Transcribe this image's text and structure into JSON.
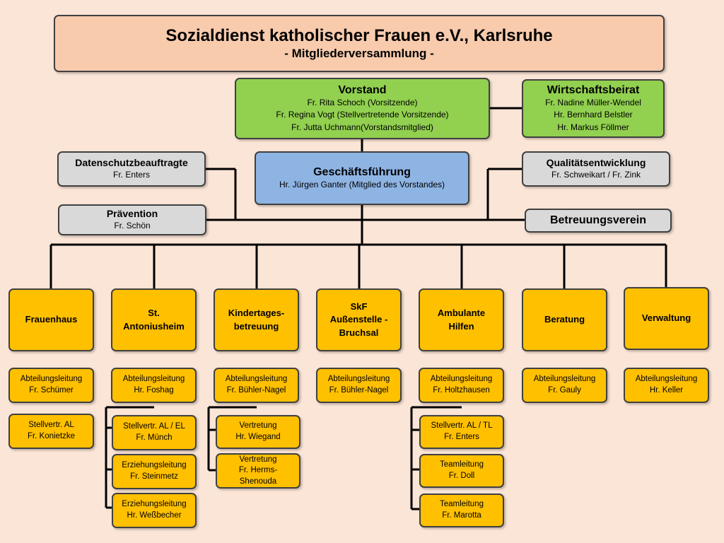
{
  "header": {
    "title": "Sozialdienst katholischer Frauen e.V., Karlsruhe",
    "subtitle": "- Mitgliederversammlung -"
  },
  "vorstand": {
    "title": "Vorstand",
    "members": [
      "Fr. Rita Schoch (Vorsitzende)",
      "Fr. Regina Vogt (Stellvertretende Vorsitzende)",
      "Fr. Jutta Uchmann(Vorstandsmitglied)"
    ]
  },
  "wirtschaftsbeirat": {
    "title": "Wirtschaftsbeirat",
    "members": [
      "Fr. Nadine Müller-Wendel",
      "Hr. Bernhard Belstler",
      "Hr. Markus Föllmer"
    ]
  },
  "geschaeftsfuehrung": {
    "title": "Geschäftsführung",
    "person": "Hr. Jürgen Ganter (Mitglied des Vorstandes)"
  },
  "datenschutz": {
    "title": "Datenschutzbeauftragte",
    "person": "Fr. Enters"
  },
  "praevention": {
    "title": "Prävention",
    "person": "Fr. Schön"
  },
  "qualitaet": {
    "title": "Qualitätsentwicklung",
    "person": "Fr. Schweikart / Fr. Zink"
  },
  "betreuungsverein": {
    "title": "Betreuungsverein"
  },
  "departments": [
    {
      "name": "Frauenhaus",
      "lead_role": "Abteilungsleitung",
      "lead_person": "Fr. Schümer",
      "subs": [
        {
          "role": "Stellvertr. AL",
          "person": "Fr. Konietzke"
        }
      ]
    },
    {
      "name": "St. Antoniusheim",
      "lead_role": "Abteilungsleitung",
      "lead_person": "Hr. Foshag",
      "subs": [
        {
          "role": "Stellvertr. AL / EL",
          "person": "Fr. Münch"
        },
        {
          "role": "Erziehungsleitung",
          "person": "Fr. Steinmetz"
        },
        {
          "role": "Erziehungsleitung",
          "person": "Hr. Weßbecher"
        }
      ]
    },
    {
      "name": "Kindertages-betreuung",
      "lead_role": "Abteilungsleitung",
      "lead_person": "Fr. Bühler-Nagel",
      "subs": [
        {
          "role": "Vertretung",
          "person": "Hr. Wiegand"
        },
        {
          "role": "Vertretung",
          "person": "Fr. Herms-Shenouda"
        }
      ]
    },
    {
      "name": "SkF Außenstelle - Bruchsal",
      "lead_role": "Abteilungsleitung",
      "lead_person": "Fr. Bühler-Nagel",
      "subs": []
    },
    {
      "name": "Ambulante Hilfen",
      "lead_role": "Abteilungsleitung",
      "lead_person": "Fr. Holtzhausen",
      "subs": [
        {
          "role": "Stellvertr. AL / TL",
          "person": "Fr. Enters"
        },
        {
          "role": "Teamleitung",
          "person": "Fr. Doll"
        },
        {
          "role": "Teamleitung",
          "person": "Fr. Marotta"
        }
      ]
    },
    {
      "name": "Beratung",
      "lead_role": "Abteilungsleitung",
      "lead_person": "Fr. Gauly",
      "subs": []
    },
    {
      "name": "Verwaltung",
      "lead_role": "Abteilungsleitung",
      "lead_person": "Hr. Keller",
      "subs": []
    }
  ],
  "colors": {
    "background": "#fbe5d6",
    "header": "#f8cbad",
    "vorstand": "#92d050",
    "geschaeftsfuehrung": "#8eb4e3",
    "staff": "#d9d9d9",
    "department": "#ffc000",
    "line": "#000000"
  }
}
